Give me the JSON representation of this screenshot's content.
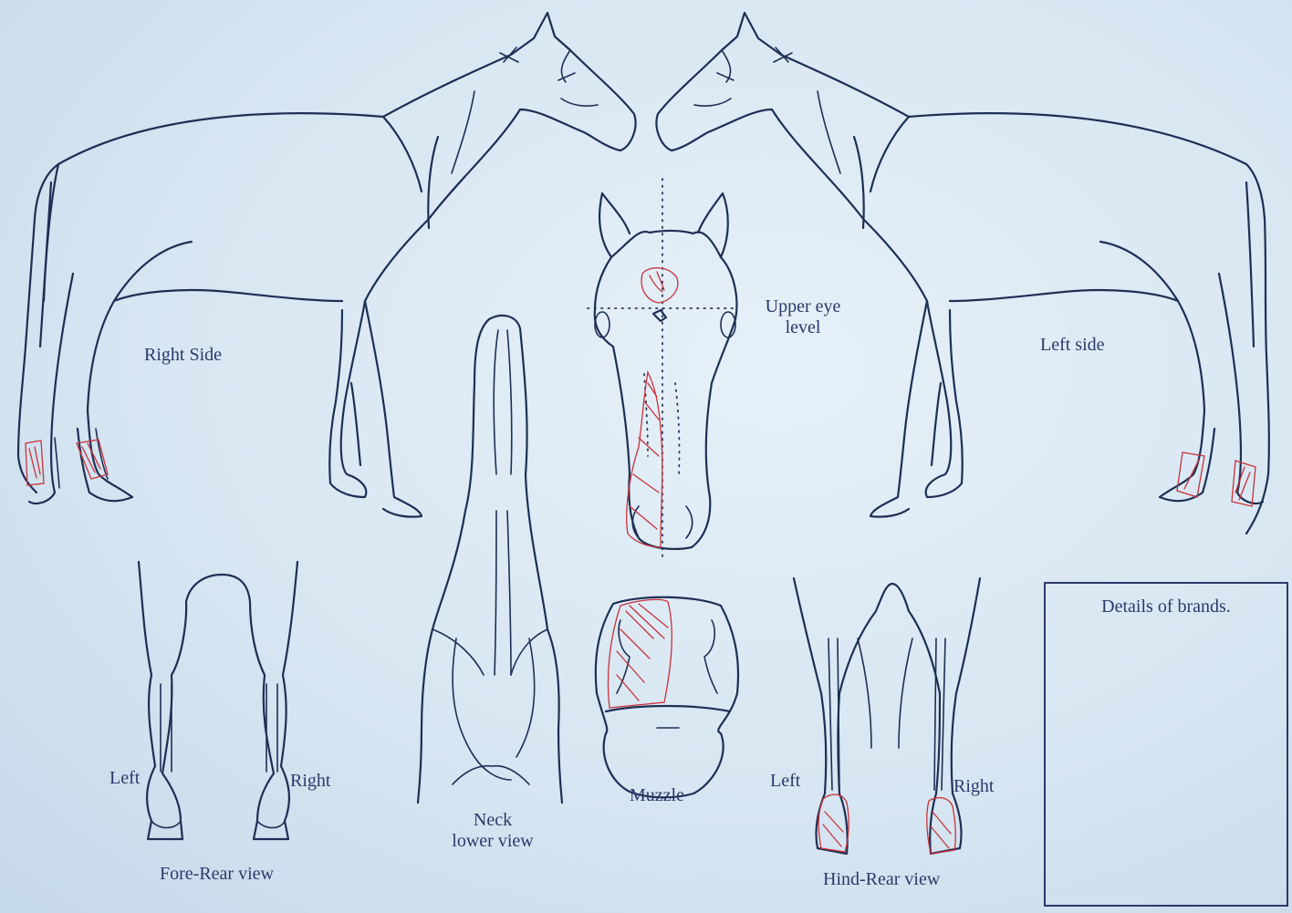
{
  "labels": {
    "right_side": "Right Side",
    "left_side": "Left side",
    "upper_eye_level": "Upper eye\nlevel",
    "fore_left": "Left",
    "fore_right": "Right",
    "fore_rear_view": "Fore-Rear view",
    "neck_lower_view": "Neck\nlower view",
    "muzzle": "Muzzle",
    "hind_left": "Left",
    "hind_right": "Right",
    "hind_rear_view": "Hind-Rear view",
    "details_of_brands": "Details of brands."
  },
  "colors": {
    "ink": "#1e2f55",
    "marking": "#c8323a",
    "label": "#2a3a6a",
    "paper": "#dbe8f3"
  }
}
